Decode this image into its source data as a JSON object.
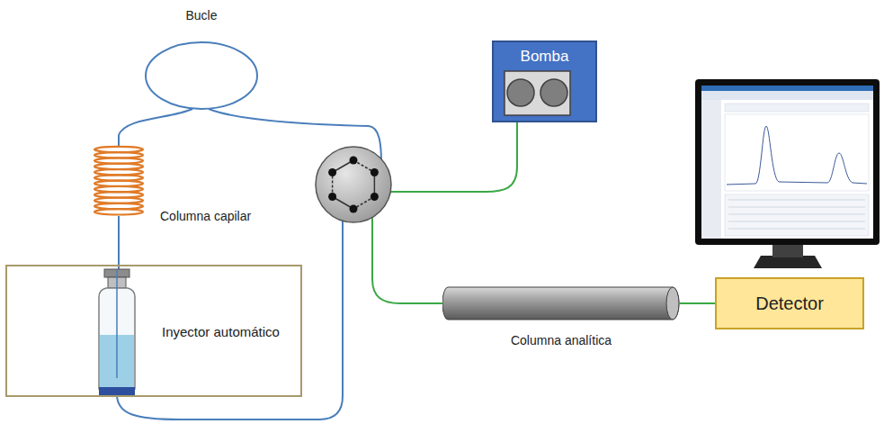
{
  "diagram": {
    "nodes": [
      {
        "text": [
          "Bomba"
        ]
      },
      {
        "text": [
          "Inyector automático"
        ]
      },
      {
        "text": [
          "Columna analítica"
        ]
      },
      {
        "text": [
          "Detector"
        ]
      }
    ],
    "edges": [
      {
        "from": 2,
        "to": 3,
        "arrow": "none"
      }
    ],
    "labels": [
      "Bucle",
      "Columna capilar"
    ]
  }
}
